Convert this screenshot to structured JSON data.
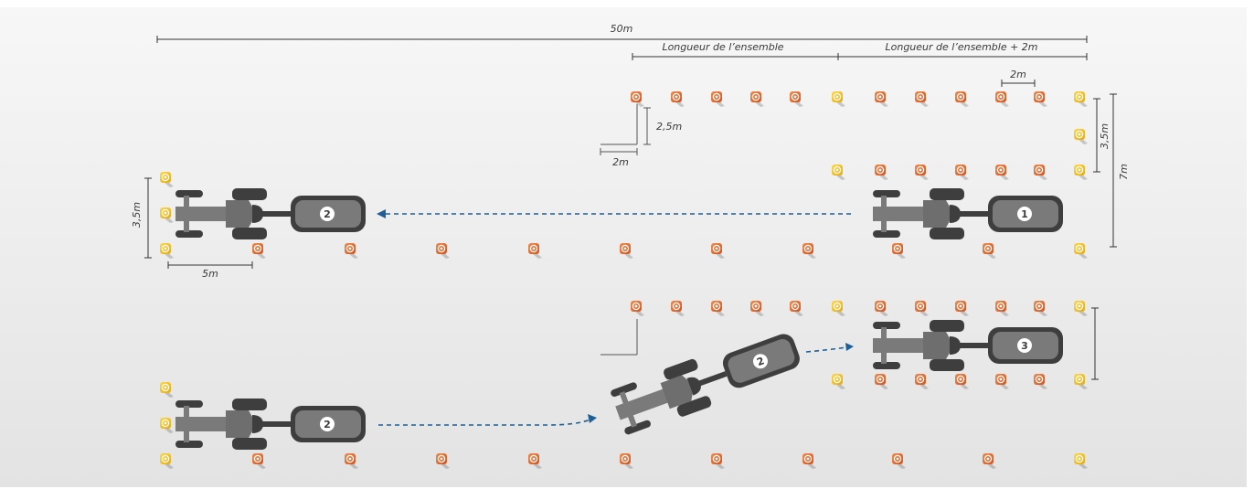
{
  "labels": {
    "total_length": "50m",
    "ensemble_length": "Longueur de l’ensemble",
    "ensemble_length_plus": "Longueur de l’ensemble + 2m",
    "spacing_2m_top": "2m",
    "offset_25": "2,5m",
    "offset_2m": "2m",
    "width_35_right": "3,5m",
    "width_7": "7m",
    "width_35_left": "3,5m",
    "length_5m": "5m"
  },
  "vehicles": [
    {
      "id": "vehicle-1",
      "badge": "1"
    },
    {
      "id": "vehicle-2-upper",
      "badge": "2"
    },
    {
      "id": "vehicle-2-lower",
      "badge": "2"
    },
    {
      "id": "vehicle-2-turning",
      "badge": "2"
    },
    {
      "id": "vehicle-3",
      "badge": "3"
    }
  ],
  "colors": {
    "background_top": "#f6f6f6",
    "background_bottom": "#e4e4e4",
    "orange_cone": "#e4652b",
    "yellow_cone": "#f2c21b",
    "vehicle": "#5b5b5b",
    "wheel": "#3e3e3e",
    "arrow": "#1f5f96"
  },
  "icons": [
    "orange-cone-icon",
    "yellow-cone-icon",
    "tractor-icon",
    "dashed-arrow-icon"
  ]
}
